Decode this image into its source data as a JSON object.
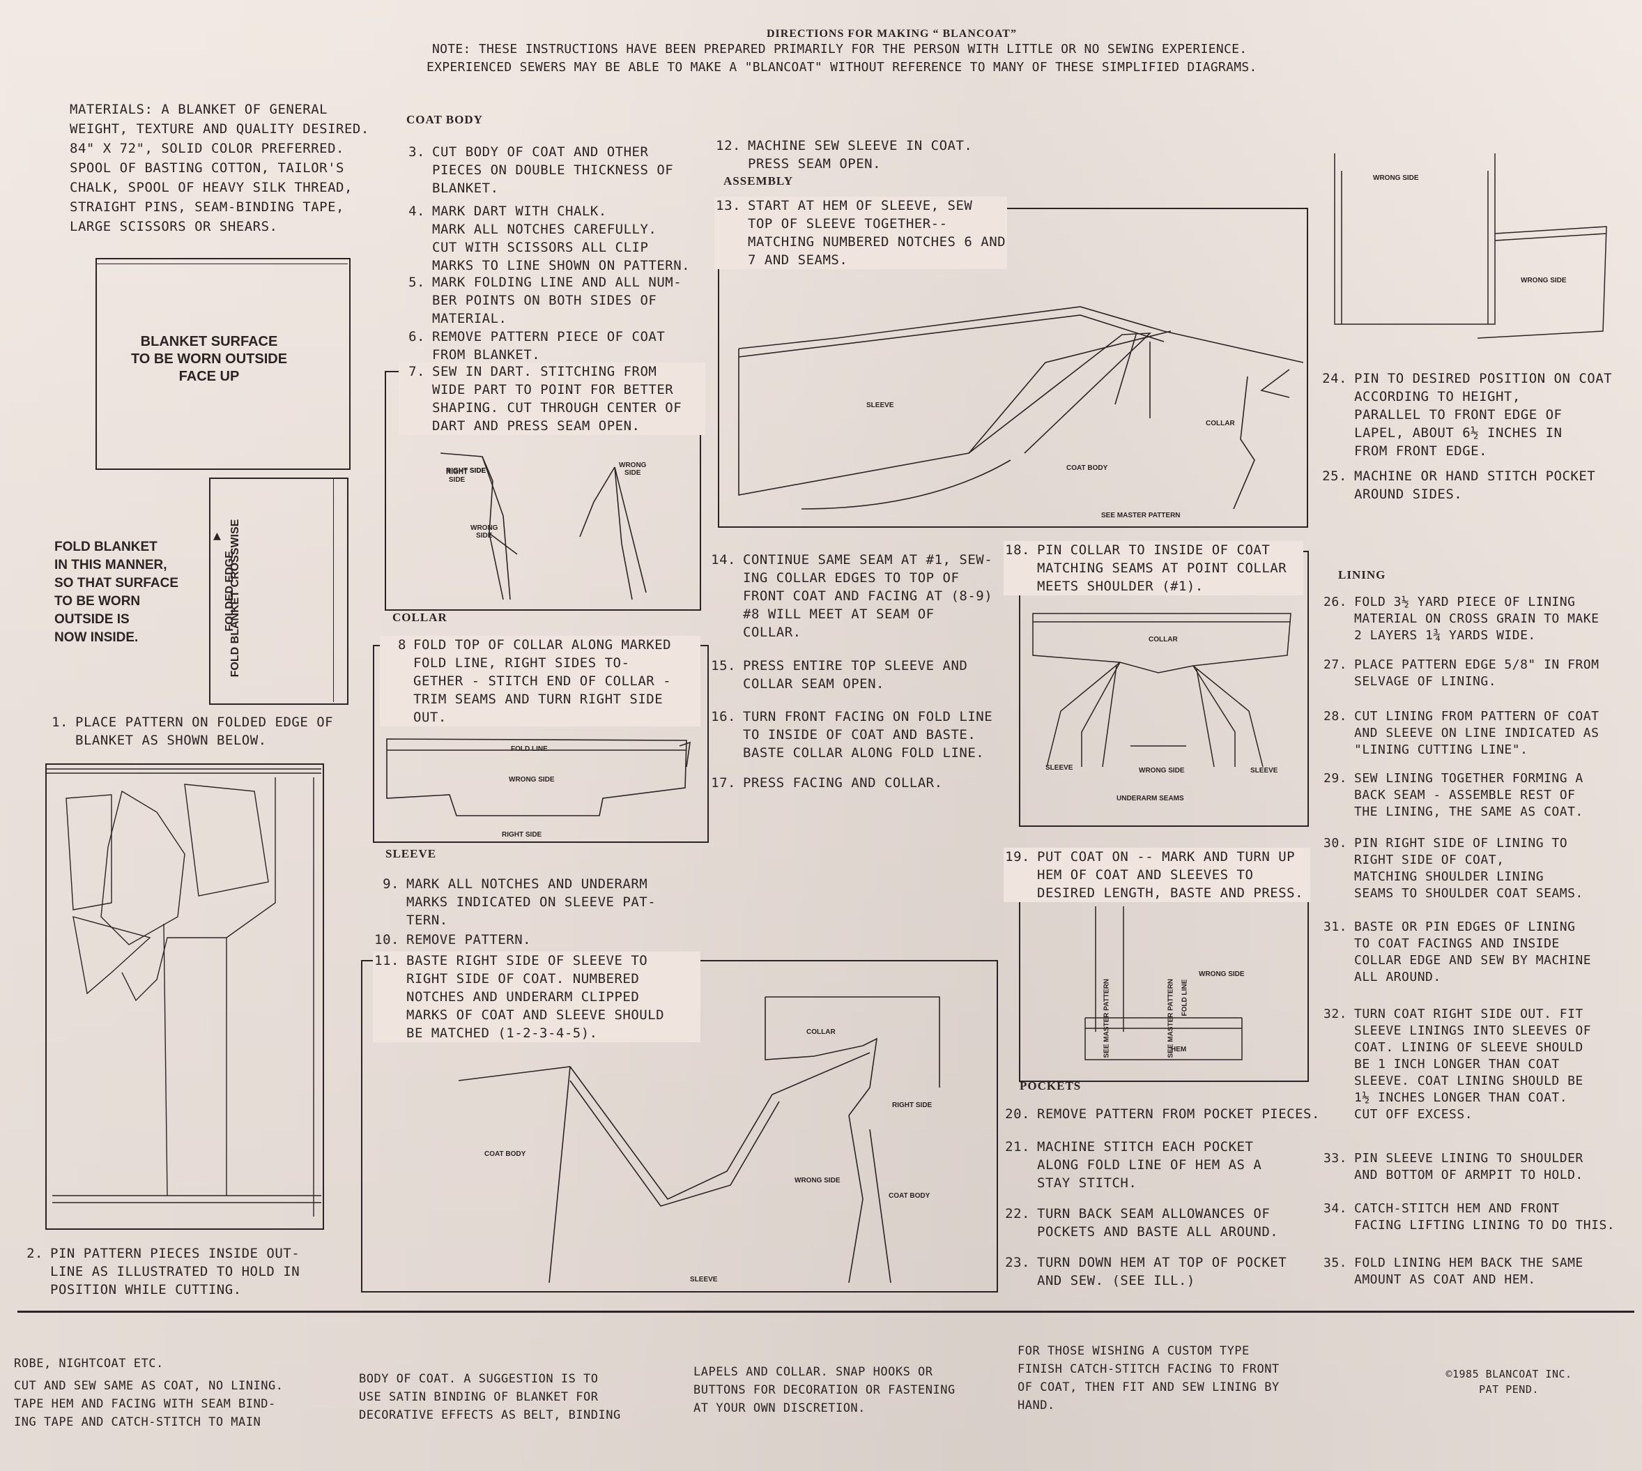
{
  "header": {
    "title": "DIRECTIONS FOR MAKING “ BLANCOAT”",
    "note_line1": "NOTE:  THESE INSTRUCTIONS HAVE BEEN PREPARED PRIMARILY FOR THE PERSON WITH LITTLE OR NO SEWING EXPERIENCE.",
    "note_line2": "EXPERIENCED SEWERS MAY BE ABLE TO MAKE A \"BLANCOAT\" WITHOUT REFERENCE TO MANY OF THESE SIMPLIFIED DIAGRAMS."
  },
  "materials": "MATERIALS: A BLANKET OF GENERAL\nWEIGHT, TEXTURE AND QUALITY DESIRED.\n84\" x 72\", SOLID COLOR PREFERRED.\nSPOOL OF BASTING COTTON, TAILOR'S\nCHALK, SPOOL OF HEAVY SILK THREAD,\nSTRAIGHT PINS, SEAM-BINDING TAPE,\nLARGE SCISSORS OR SHEARS.",
  "fig_blanket": {
    "surface": "BLANKET SURFACE\nTO BE WORN OUTSIDE\nFACE UP",
    "fold_note": "FOLD BLANKET\nIN THIS MANNER,\nSO THAT SURFACE\nTO BE WORN\nOUTSIDE IS\nNOW INSIDE.",
    "crosswise": "FOLD BLANKET CROSSWISE",
    "folded_edge": "FOLDED EDGE"
  },
  "sections": {
    "coat_body": "COAT BODY",
    "collar": "COLLAR",
    "sleeve": "SLEEVE",
    "assembly": "ASSEMBLY",
    "pockets": "POCKETS",
    "lining": "LINING"
  },
  "steps": {
    "s1": {
      "num": "1.",
      "text": "PLACE PATTERN ON FOLDED EDGE OF\nBLANKET AS SHOWN BELOW."
    },
    "s2": {
      "num": "2.",
      "text": "PIN PATTERN PIECES INSIDE OUT-\nLINE AS ILLUSTRATED TO HOLD IN\nPOSITION WHILE CUTTING."
    },
    "s3": {
      "num": "3.",
      "text": "CUT BODY OF COAT AND OTHER\nPIECES ON DOUBLE THICKNESS OF\nBLANKET."
    },
    "s4": {
      "num": "4.",
      "text": "MARK DART WITH CHALK.\nMARK ALL NOTCHES CAREFULLY.\nCUT WITH SCISSORS ALL CLIP\nMARKS TO LINE SHOWN ON PATTERN."
    },
    "s5": {
      "num": "5.",
      "text": "MARK FOLDING LINE AND ALL NUM-\nBER POINTS ON BOTH SIDES OF\nMATERIAL."
    },
    "s6": {
      "num": "6.",
      "text": "REMOVE PATTERN PIECE OF COAT\nFROM BLANKET."
    },
    "s7": {
      "num": "7.",
      "text": "SEW IN DART.  STITCHING FROM\nWIDE PART TO POINT FOR BETTER\nSHAPING.  CUT THROUGH CENTER OF\nDART AND PRESS SEAM OPEN."
    },
    "s8": {
      "num": "8",
      "text": "FOLD TOP OF COLLAR ALONG MARKED\nFOLD LINE, RIGHT SIDES TO-\nGETHER - STITCH END OF COLLAR -\nTRIM SEAMS AND TURN RIGHT SIDE\nOUT."
    },
    "s9": {
      "num": "9.",
      "text": "MARK ALL NOTCHES AND UNDERARM\nMARKS INDICATED ON SLEEVE PAT-\nTERN."
    },
    "s10": {
      "num": "10.",
      "text": "REMOVE PATTERN."
    },
    "s11": {
      "num": "11.",
      "text": "BASTE RIGHT SIDE OF SLEEVE TO\nRIGHT SIDE OF COAT.  NUMBERED\nNOTCHES AND UNDERARM CLIPPED\nMARKS OF COAT AND SLEEVE SHOULD\nBE MATCHED (1-2-3-4-5)."
    },
    "s12": {
      "num": "12.",
      "text": "MACHINE SEW SLEEVE IN COAT.\nPRESS SEAM OPEN."
    },
    "s13": {
      "num": "13.",
      "text": "START AT HEM OF SLEEVE, SEW\nTOP OF SLEEVE TOGETHER--\nMATCHING NUMBERED NOTCHES 6 AND\n7 AND SEAMS."
    },
    "s14": {
      "num": "14.",
      "text": "CONTINUE SAME SEAM AT #1, SEW-\nING COLLAR EDGES TO TOP OF\nFRONT COAT AND FACING AT (8-9)\n#8 WILL MEET AT SEAM OF\nCOLLAR."
    },
    "s15": {
      "num": "15.",
      "text": "PRESS ENTIRE TOP SLEEVE AND\nCOLLAR SEAM OPEN."
    },
    "s16": {
      "num": "16.",
      "text": "TURN FRONT FACING ON FOLD LINE\nTO INSIDE OF COAT AND BASTE.\nBASTE COLLAR ALONG FOLD LINE."
    },
    "s17": {
      "num": "17.",
      "text": "PRESS FACING AND COLLAR."
    },
    "s18": {
      "num": "18.",
      "text": "PIN COLLAR TO INSIDE OF COAT\nMATCHING SEAMS AT POINT COLLAR\nMEETS SHOULDER (#1)."
    },
    "s19": {
      "num": "19.",
      "text": "PUT COAT ON -- MARK AND TURN UP\nHEM OF COAT AND SLEEVES TO\nDESIRED LENGTH, BASTE AND PRESS."
    },
    "s20": {
      "num": "20.",
      "text": "REMOVE PATTERN FROM POCKET PIECES."
    },
    "s21": {
      "num": "21.",
      "text": "MACHINE STITCH EACH POCKET\nALONG FOLD LINE OF HEM AS A\nSTAY STITCH."
    },
    "s22": {
      "num": "22.",
      "text": "TURN BACK SEAM ALLOWANCES OF\nPOCKETS AND BASTE ALL AROUND."
    },
    "s23": {
      "num": "23.",
      "text": "TURN DOWN HEM AT TOP OF POCKET\nAND SEW. (SEE ILL.)"
    },
    "s24": {
      "num": "24.",
      "text": "PIN TO DESIRED POSITION ON COAT\nACCORDING TO HEIGHT,\nPARALLEL TO FRONT EDGE OF\nLAPEL, ABOUT 6½ INCHES IN\nFROM FRONT EDGE."
    },
    "s25": {
      "num": "25.",
      "text": "MACHINE OR HAND STITCH POCKET\nAROUND SIDES."
    },
    "s26": {
      "num": "26.",
      "text": "FOLD 3½ YARD PIECE OF LINING\nMATERIAL ON CROSS GRAIN TO MAKE\n2 LAYERS 1¾ YARDS WIDE."
    },
    "s27": {
      "num": "27.",
      "text": "PLACE PATTERN EDGE 5/8\" IN FROM\nSELVAGE OF LINING."
    },
    "s28": {
      "num": "28.",
      "text": "CUT LINING FROM PATTERN OF COAT\nAND SLEEVE ON LINE INDICATED AS\n\"LINING CUTTING LINE\"."
    },
    "s29": {
      "num": "29.",
      "text": "SEW LINING TOGETHER FORMING A\nBACK SEAM - ASSEMBLE REST OF\nTHE LINING, THE SAME AS COAT."
    },
    "s30": {
      "num": "30.",
      "text": "PIN RIGHT SIDE OF LINING TO\nRIGHT SIDE OF COAT,\nMATCHING SHOULDER LINING\nSEAMS TO SHOULDER COAT SEAMS."
    },
    "s31": {
      "num": "31.",
      "text": "BASTE OR PIN EDGES OF LINING\nTO COAT FACINGS AND INSIDE\nCOLLAR EDGE AND SEW BY MACHINE\nALL AROUND."
    },
    "s32": {
      "num": "32.",
      "text": "TURN COAT RIGHT SIDE OUT.  FIT\nSLEEVE LININGS INTO SLEEVES OF\nCOAT.  LINING OF SLEEVE SHOULD\nBE 1 INCH LONGER THAN COAT\nSLEEVE.  COAT LINING SHOULD BE\n1½ INCHES LONGER THAN COAT.\nCUT OFF EXCESS."
    },
    "s33": {
      "num": "33.",
      "text": "PIN SLEEVE LINING TO SHOULDER\nAND BOTTOM OF ARMPIT TO HOLD."
    },
    "s34": {
      "num": "34.",
      "text": "CATCH-STITCH HEM AND FRONT\nFACING LIFTING LINING TO DO THIS."
    },
    "s35": {
      "num": "35.",
      "text": "FOLD LINING HEM BACK THE SAME\nAMOUNT AS COAT AND HEM."
    }
  },
  "fig_labels": {
    "right_side": "RIGHT\nSIDE",
    "wrong_side_a": "WRONG\nSIDE",
    "wrong_side_b": "WRONG\nSIDE",
    "fold_line": "FOLD LINE",
    "wrong_side": "WRONG SIDE",
    "right_side_single": "RIGHT SIDE",
    "collar": "COLLAR",
    "coat_body": "COAT BODY",
    "sleeve": "SLEEVE",
    "see_master": "SEE MASTER PATTERN",
    "underarm_seams": "UNDERARM SEAMS",
    "hem": "HEM"
  },
  "footer": {
    "heading": "ROBE, NIGHTCOAT ETC.",
    "col1": "CUT AND SEW SAME AS COAT, NO LINING.\nTAPE HEM AND FACING WITH SEAM BIND-\nING TAPE AND CATCH-STITCH TO MAIN",
    "col2": "BODY OF COAT.  A SUGGESTION IS TO\nUSE SATIN BINDING OF BLANKET FOR\nDECORATIVE EFFECTS AS BELT, BINDING",
    "col3": "LAPELS AND COLLAR.  SNAP HOOKS OR\nBUTTONS FOR DECORATION OR FASTENING\nAT YOUR OWN DISCRETION.",
    "col4": "FOR THOSE WISHING A CUSTOM TYPE\nFINISH CATCH-STITCH FACING TO FRONT\nOF COAT, THEN FIT AND SEW LINING BY\nHAND.",
    "copyright": "©1985 BLANCOAT INC.\nPAT PEND."
  }
}
